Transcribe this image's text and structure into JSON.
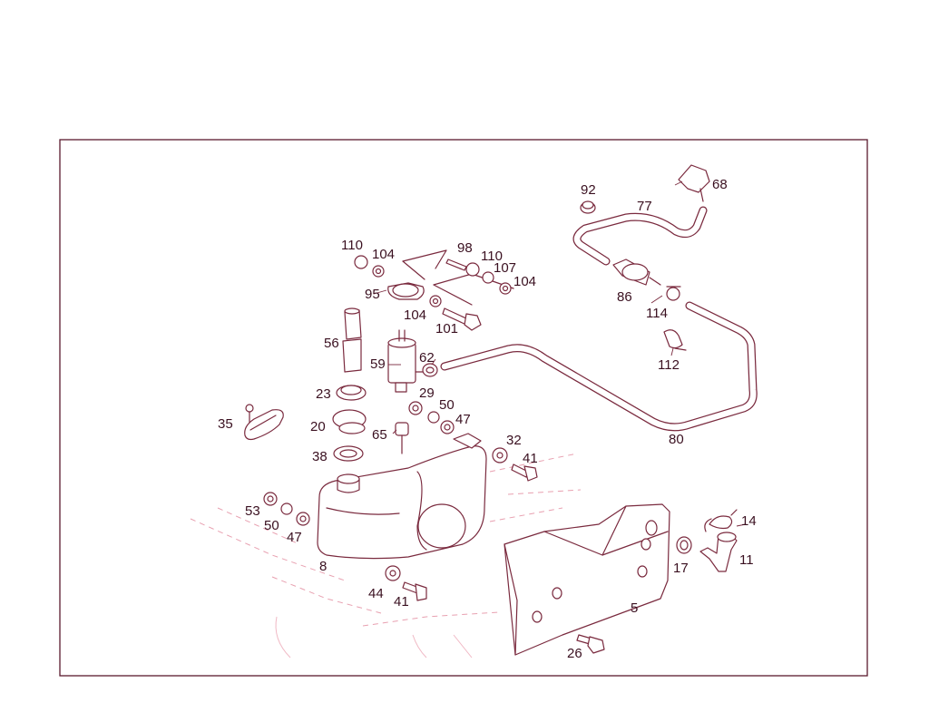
{
  "diagram": {
    "style": {
      "frame_color": "#5a1a2e",
      "part_color": "#7a2a3e",
      "ghost_color": "#e8a0b0",
      "label_color": "#3a1020"
    },
    "callouts": {
      "c110a": "110",
      "c104a": "104",
      "c98": "98",
      "c110b": "110",
      "c107": "107",
      "c104b": "104",
      "c95": "95",
      "c104c": "104",
      "c101": "101",
      "c92": "92",
      "c77": "77",
      "c68": "68",
      "c86": "86",
      "c114": "114",
      "c112": "112",
      "c56": "56",
      "c59": "59",
      "c62": "62",
      "c23": "23",
      "c29": "29",
      "c50a": "50",
      "c47a": "47",
      "c35": "35",
      "c20": "20",
      "c65": "65",
      "c38": "38",
      "c32": "32",
      "c41a": "41",
      "c80": "80",
      "c53": "53",
      "c50b": "50",
      "c47b": "47",
      "c8": "8",
      "c44": "44",
      "c41b": "41",
      "c14": "14",
      "c17": "17",
      "c11": "11",
      "c5": "5",
      "c26": "26"
    }
  }
}
